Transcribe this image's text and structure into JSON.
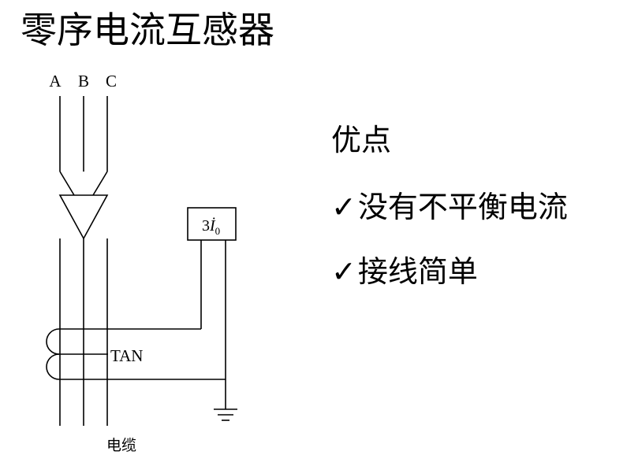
{
  "title": "零序电流互感器",
  "diagram": {
    "phase_labels": [
      "A",
      "B",
      "C"
    ],
    "meter_label_prefix": "3",
    "meter_label_symbol": "İ",
    "meter_label_subscript": "0",
    "ct_label": "TAN",
    "cable_label": "电缆"
  },
  "advantages": {
    "heading": "优点",
    "check_symbol": "✓",
    "items": [
      "没有不平衡电流",
      "接线简单"
    ]
  }
}
